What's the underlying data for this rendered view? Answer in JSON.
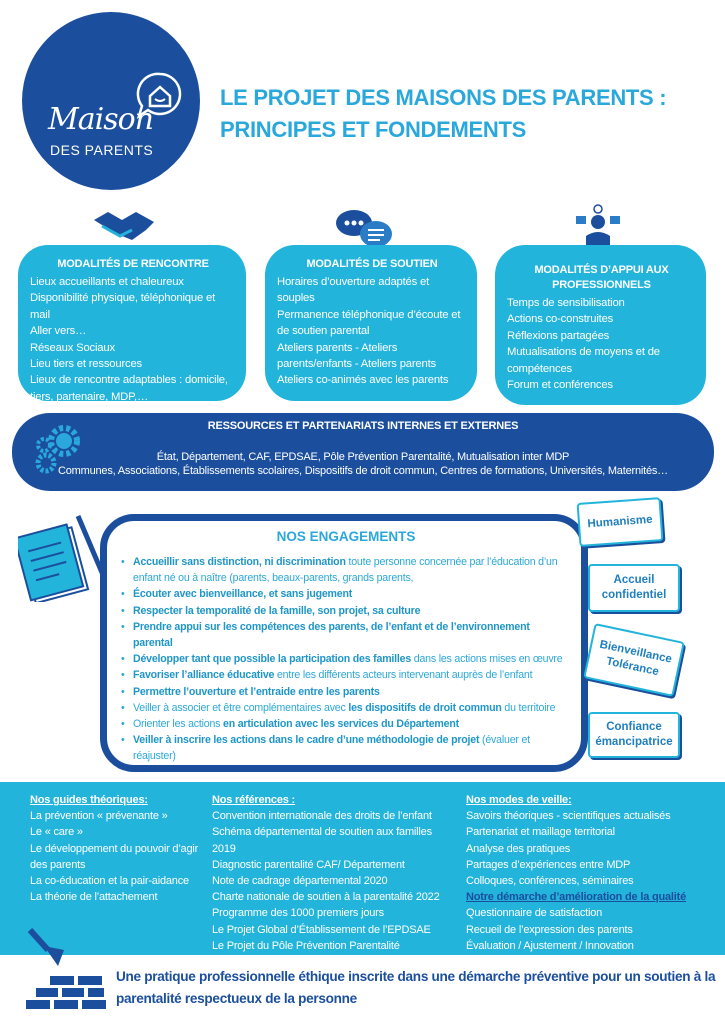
{
  "logo": {
    "script": "Maison",
    "sub": "DES PARENTS"
  },
  "title": {
    "line1": "LE PROJET DES MAISONS DES PARENTS :",
    "line2": "PRINCIPES ET FONDEMENTS"
  },
  "boxes": [
    {
      "title": "MODALITÉS DE RENCONTRE",
      "items": [
        "Lieux accueillants et chaleureux",
        "Disponibilité physique, téléphonique et mail",
        "Aller vers…",
        "Réseaux Sociaux",
        "Lieu tiers et ressources",
        "Lieux de rencontre adaptables : domicile, tiers, partenaire, MDP,…"
      ]
    },
    {
      "title": "MODALITÉS DE SOUTIEN",
      "items": [
        "Horaires d’ouverture adaptés et souples",
        "Permanence téléphonique d’écoute et de soutien parental",
        "Ateliers parents - Ateliers parents/enfants -  Ateliers parents",
        "Ateliers co-animés avec les parents"
      ]
    },
    {
      "title": "MODALITÉS D’APPUI AUX PROFESSIONNELS",
      "items": [
        "Temps de sensibilisation",
        "Actions co-construites",
        "Réflexions partagées",
        "Mutualisations de moyens et de compétences",
        "Forum et conférences"
      ]
    }
  ],
  "resources": {
    "title": "RESSOURCES ET PARTENARIATS INTERNES ET EXTERNES",
    "line1": "État, Département, CAF, EPDSAE, Pôle Prévention Parentalité, Mutualisation inter MDP",
    "line2": "Communes, Associations, Établissements scolaires, Dispositifs de droit commun, Centres de formations, Universités, Maternités…"
  },
  "engagements": {
    "title": "NOS ENGAGEMENTS",
    "items": [
      {
        "pre": "",
        "bold": "Accueillir sans distinction, ni discrimination",
        "post": " toute personne concernée par l’éducation d’un enfant né ou à naître (parents, beaux-parents, grands parents,"
      },
      {
        "pre": "",
        "bold": "Écouter avec bienveillance, et sans jugement",
        "post": ""
      },
      {
        "pre": "",
        "bold": "Respecter la temporalité de la famille, son projet, sa culture",
        "post": ""
      },
      {
        "pre": "",
        "bold": "Prendre appui sur les compétences des parents, de l’enfant et de l’environnement parental",
        "post": ""
      },
      {
        "pre": "",
        "bold": "Développer tant que possible la participation des familles",
        "post": " dans les actions mises en œuvre"
      },
      {
        "pre": "",
        "bold": "Favoriser l’alliance éducative",
        "post": " entre les différents acteurs intervenant auprès de l’enfant"
      },
      {
        "pre": "",
        "bold": "Permettre l’ouverture et l’entraide entre les parents",
        "post": ""
      },
      {
        "pre": "Veiller à associer et être complémentaires avec  ",
        "bold": "les dispositifs de droit commun",
        "post": " du territoire"
      },
      {
        "pre": "Orienter les actions ",
        "bold": "en articulation avec les services du Département",
        "post": ""
      },
      {
        "pre": "",
        "bold": "Veiller à inscrire les actions dans le cadre d’une méthodologie de projet",
        "post": " (évaluer et réajuster)"
      }
    ]
  },
  "values": [
    "Humanisme",
    "Accueil confidentiel",
    "Bienveillance Tolérance",
    "Confiance émancipatrice"
  ],
  "guides": {
    "title": "Nos guides théoriques:",
    "items": [
      "La prévention « prévenante »",
      "Le « care »",
      "Le développement du pouvoir d’agir des parents",
      "La co-éducation et la pair-aidance",
      "La théorie de l’attachement"
    ]
  },
  "references": {
    "title": "Nos références :",
    "items": [
      "Convention internationale des droits de l’enfant",
      "Schéma départemental de soutien aux familles 2019",
      "Diagnostic parentalité CAF/ Département",
      "Note de cadrage départemental 2020",
      "Charte nationale de soutien à la parentalité 2022",
      "Programme des 1000 premiers jours",
      "Le Projet Global d’Établissement de l’EPDSAE",
      "Le Projet du Pôle Prévention Parentalité"
    ]
  },
  "veille": {
    "title": "Nos modes de veille:",
    "items": [
      "Savoirs théoriques - scientifiques actualisés",
      "Partenariat et maillage territorial",
      "Analyse des pratiques",
      "Partages d’expériences entre MDP",
      "Colloques, conférences, séminaires"
    ]
  },
  "qualite": {
    "title": "Notre démarche d’amélioration de la qualité",
    "items": [
      "Questionnaire de satisfaction",
      "Recueil de l’expression des parents",
      "Évaluation / Ajustement / Innovation"
    ]
  },
  "footer": "Une pratique professionnelle éthique inscrite dans une démarche préventive pour un soutien à la parentalité respectueux de la personne"
}
